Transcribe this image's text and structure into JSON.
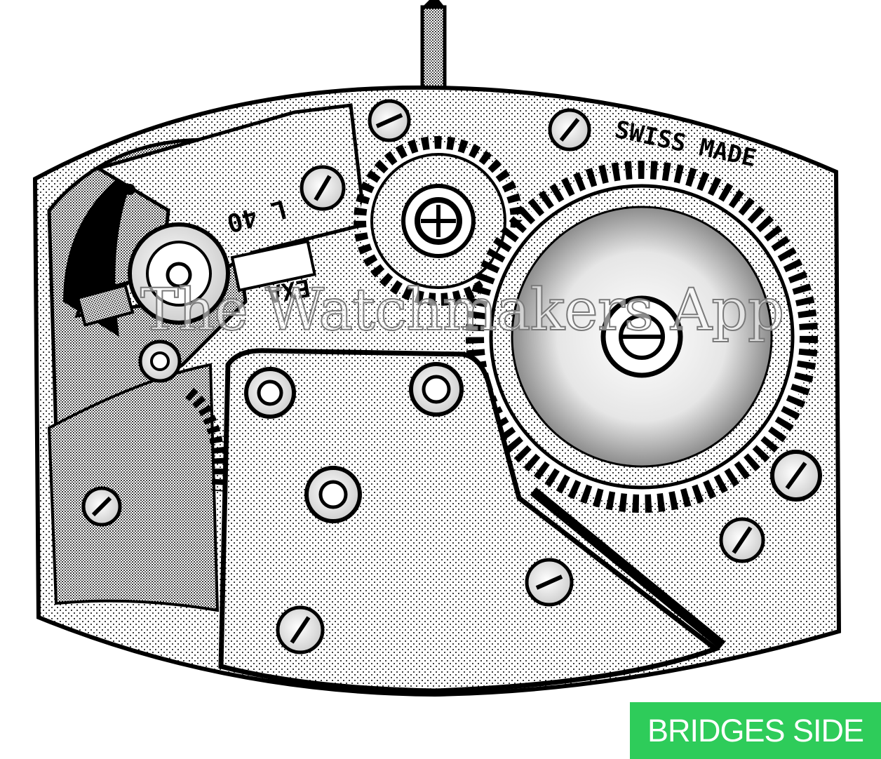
{
  "engraving": {
    "brand": "EXA",
    "calibre": "L 40",
    "origin": "SWISS MADE"
  },
  "watermark": {
    "text": "The Watchmakers App"
  },
  "badge": {
    "label": "BRIDGES SIDE"
  },
  "colors": {
    "badge_bg": "#2ecc5a",
    "ink": "#000000",
    "paper": "#ffffff"
  }
}
